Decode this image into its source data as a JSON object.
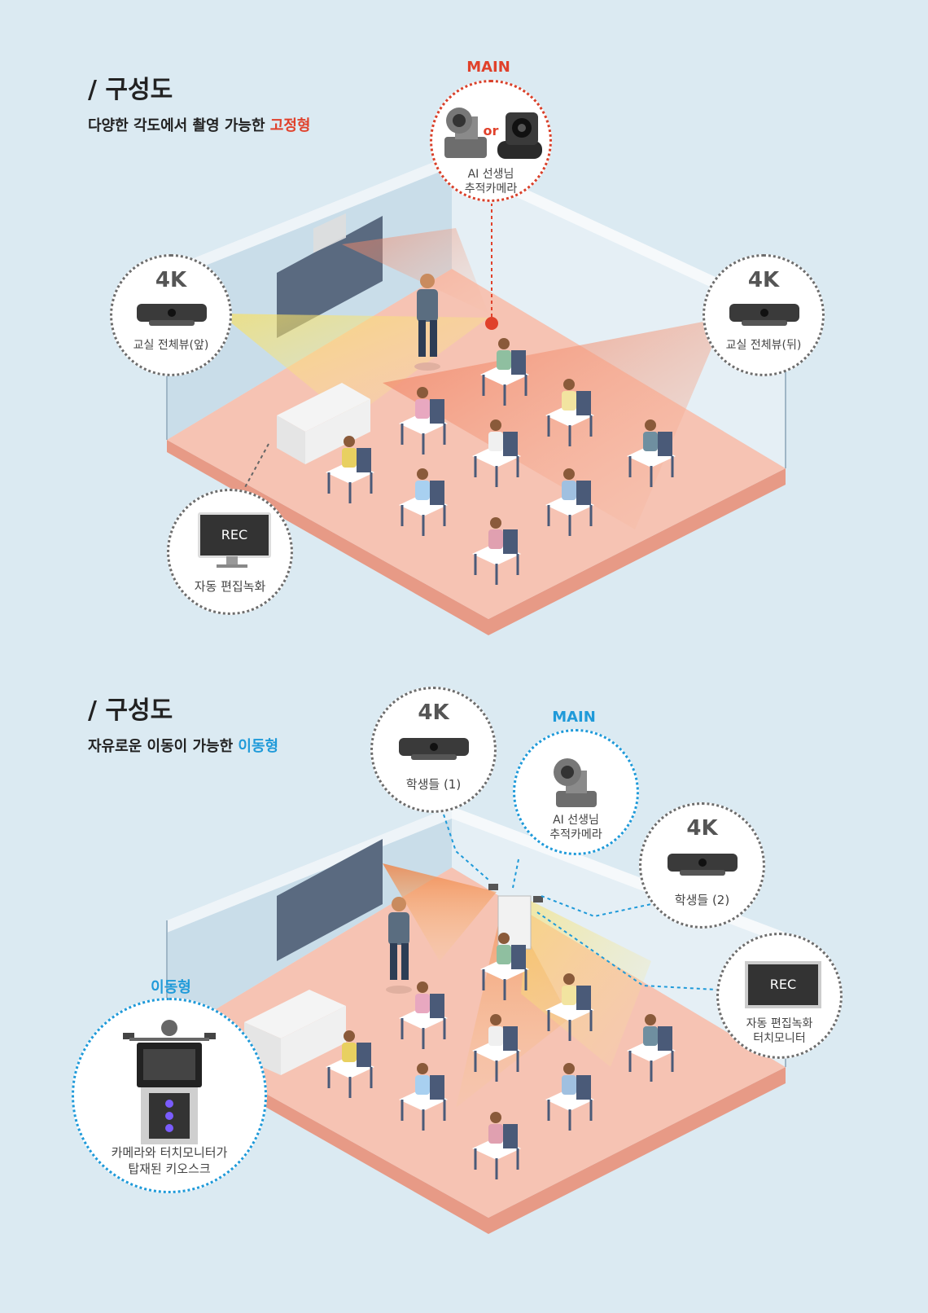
{
  "section1": {
    "title": "/ 구성도",
    "subtitle_prefix": "다양한 각도에서 촬영 가능한 ",
    "subtitle_accent": "고정형",
    "main_label": "MAIN",
    "main_or": "or",
    "main_caption_l1": "AI 선생님",
    "main_caption_l2": "추적카메라",
    "front_cam_big": "4K",
    "front_cam_caption": "교실 전체뷰(앞)",
    "back_cam_big": "4K",
    "back_cam_caption": "교실 전체뷰(뒤)",
    "rec_screen": "REC",
    "rec_caption": "자동 편집녹화"
  },
  "section2": {
    "title": "/ 구성도",
    "subtitle_prefix": "자유로운 이동이 가능한 ",
    "subtitle_accent": "이동형",
    "cam1_big": "4K",
    "cam1_caption": "학생들 (1)",
    "main_label": "MAIN",
    "main_caption_l1": "AI 선생님",
    "main_caption_l2": "추적카메라",
    "cam2_big": "4K",
    "cam2_caption": "학생들 (2)",
    "rec_screen": "REC",
    "rec_caption_l1": "자동 편집녹화",
    "rec_caption_l2": "터치모니터",
    "kiosk_label": "이동형",
    "kiosk_caption_l1": "카메라와 터치모니터가",
    "kiosk_caption_l2": "탑재된 키오스크"
  },
  "colors": {
    "accent_red": "#e0412b",
    "accent_blue": "#1f9ad9",
    "floor": "#f6c3b3",
    "background": "#dbeaf2"
  }
}
